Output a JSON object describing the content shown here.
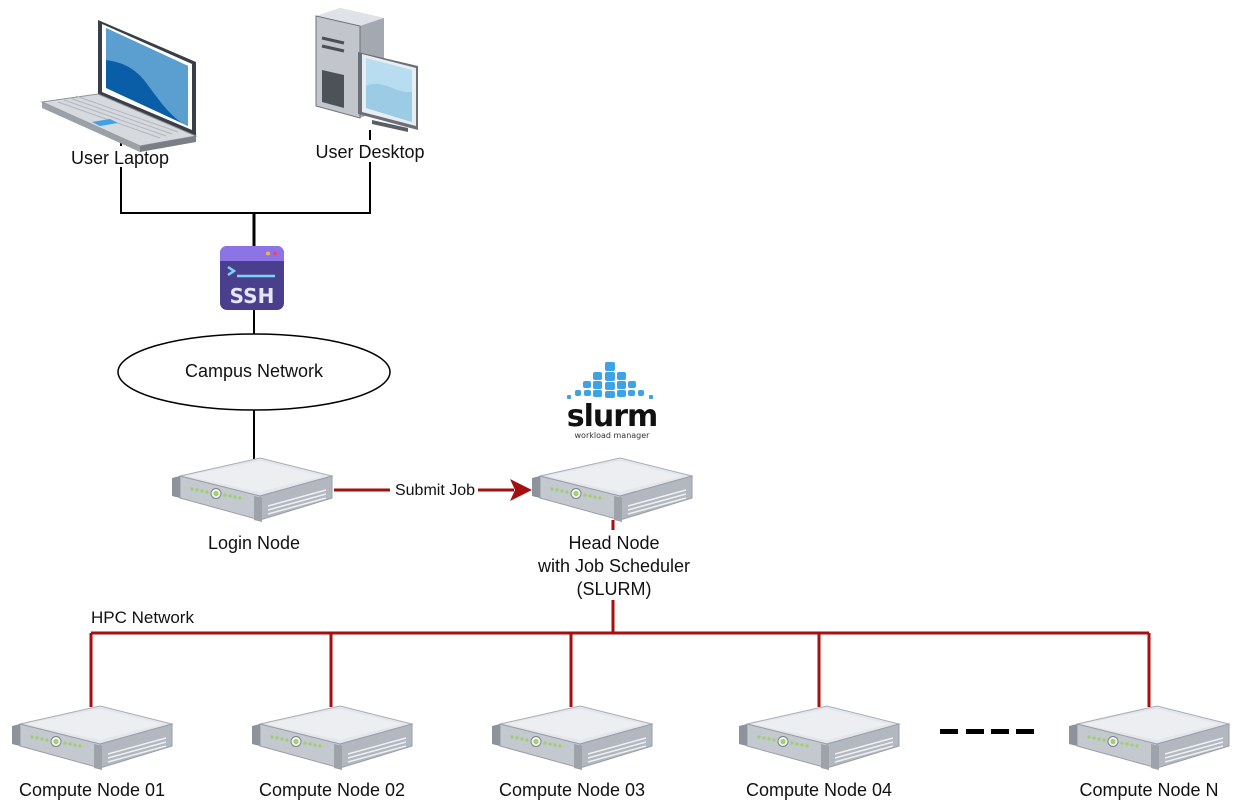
{
  "diagram": {
    "title": "HPC Cluster Architecture",
    "colors": {
      "line_black": "#000000",
      "line_red": "#a50f0f",
      "server_top": "#dfe2e8",
      "server_front": "#b5b9c1",
      "led_green": "#9bd26a",
      "ssh_purple_dark": "#4a3f8c",
      "ssh_purple_light": "#8c74e6",
      "slurm_blue": "#3ea2e5"
    },
    "clients": [
      {
        "id": "laptop",
        "label": "User Laptop",
        "icon": "laptop-icon"
      },
      {
        "id": "desktop",
        "label": "User Desktop",
        "icon": "desktop-computer-icon"
      }
    ],
    "ssh": {
      "label": "SSH",
      "icon": "ssh-terminal-icon"
    },
    "campus_network": {
      "label": "Campus Network"
    },
    "login_node": {
      "label": "Login Node",
      "icon": "server-icon"
    },
    "submit_edge": {
      "label": "Submit Job"
    },
    "slurm_logo": {
      "word": "slurm",
      "tagline": "workload manager"
    },
    "head_node": {
      "label_lines": [
        "Head Node",
        "with Job Scheduler",
        "(SLURM)"
      ],
      "icon": "server-icon"
    },
    "hpc_network": {
      "label": "HPC Network"
    },
    "compute_nodes": [
      {
        "label": "Compute Node 01"
      },
      {
        "label": "Compute Node 02"
      },
      {
        "label": "Compute Node 03"
      },
      {
        "label": "Compute Node 04"
      },
      {
        "label": "Compute Node N"
      }
    ],
    "ellipsis": {
      "meaning": "more compute nodes"
    }
  }
}
